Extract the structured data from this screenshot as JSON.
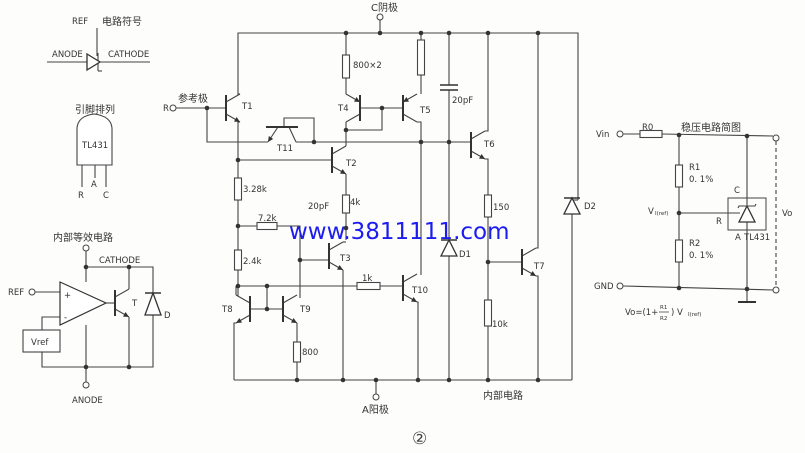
{
  "symbol": {
    "ref": "REF",
    "title": "电路符号",
    "anode": "ANODE",
    "cathode": "CATHODE"
  },
  "pinout": {
    "title": "引脚排列",
    "chip": "TL431",
    "pins": [
      "R",
      "A",
      "C"
    ]
  },
  "equivalent": {
    "title": "内部等效电路",
    "cathode": "CATHODE",
    "anode": "ANODE",
    "ref": "REF",
    "plus": "+",
    "minus": "-",
    "vref": "Vref",
    "transistor": "T",
    "diode": "D"
  },
  "internal": {
    "cathode": "C阴极",
    "anode": "A阳极",
    "ref_pin": "R",
    "ref_label": "参考极",
    "caption": "内部电路",
    "transistors": [
      "T1",
      "T2",
      "T3",
      "T4",
      "T5",
      "T6",
      "T7",
      "T8",
      "T9",
      "T10",
      "T11"
    ],
    "resistors": {
      "r_t4": "800×2",
      "r1": "3.28k",
      "r2": "7.2k",
      "r3": "2.4k",
      "r4": "4k",
      "r5": "1k",
      "r6": "800",
      "r7": "150",
      "r8": "10k"
    },
    "caps": {
      "c1": "20pF",
      "c2": "20pF"
    },
    "diodes": [
      "D1",
      "D2"
    ]
  },
  "regulator": {
    "title": "稳压电路简图",
    "vin": "Vin",
    "gnd": "GND",
    "r0": "R0",
    "r1": "R1",
    "r1_tol": "0. 1%",
    "r2": "R2",
    "r2_tol": "0. 1%",
    "vi": "V",
    "vi_sub": "I(ref)",
    "c": "C",
    "r": "R",
    "a": "A",
    "chip": "TL431",
    "vo": "Vo",
    "formula_left": "Vo=(1+",
    "frac_num": "R1",
    "frac_den": "R2",
    "formula_right": ") V",
    "formula_sub": "I(ref)"
  },
  "watermark": "www.3811111.com",
  "figure_number": "②"
}
